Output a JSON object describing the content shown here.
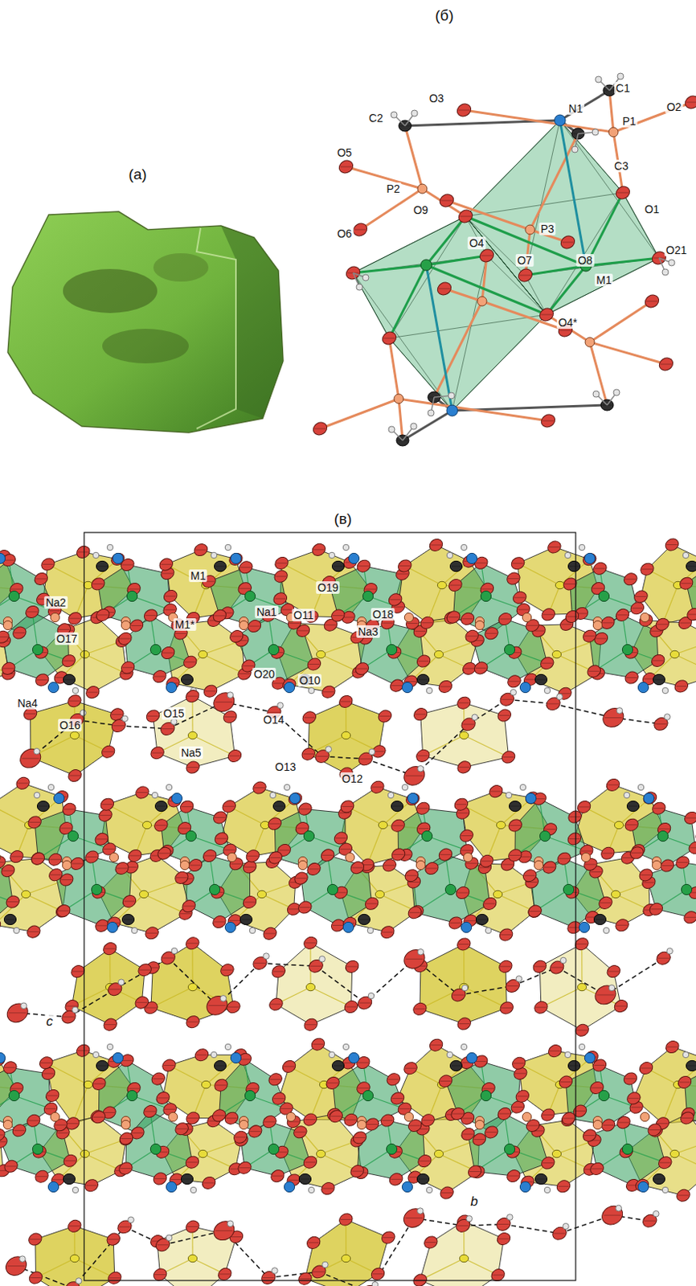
{
  "diagram": {
    "labels": [
      "(а)",
      "(б)",
      "(в)",
      "O3",
      "C1",
      "O2",
      "O5",
      "C2",
      "N1",
      "P1",
      "C3",
      "P2",
      "O9",
      "O1",
      "O6",
      "P3",
      "O4",
      "O7",
      "O8",
      "M1",
      "O21",
      "O4*",
      "M1",
      "O19",
      "Na2",
      "Na1",
      "O11",
      "O18",
      "Na3",
      "M1*",
      "O17",
      "O20",
      "O10",
      "Na4",
      "O15",
      "O16",
      "O14",
      "O13",
      "Na5",
      "O12",
      "c",
      "b"
    ]
  }
}
